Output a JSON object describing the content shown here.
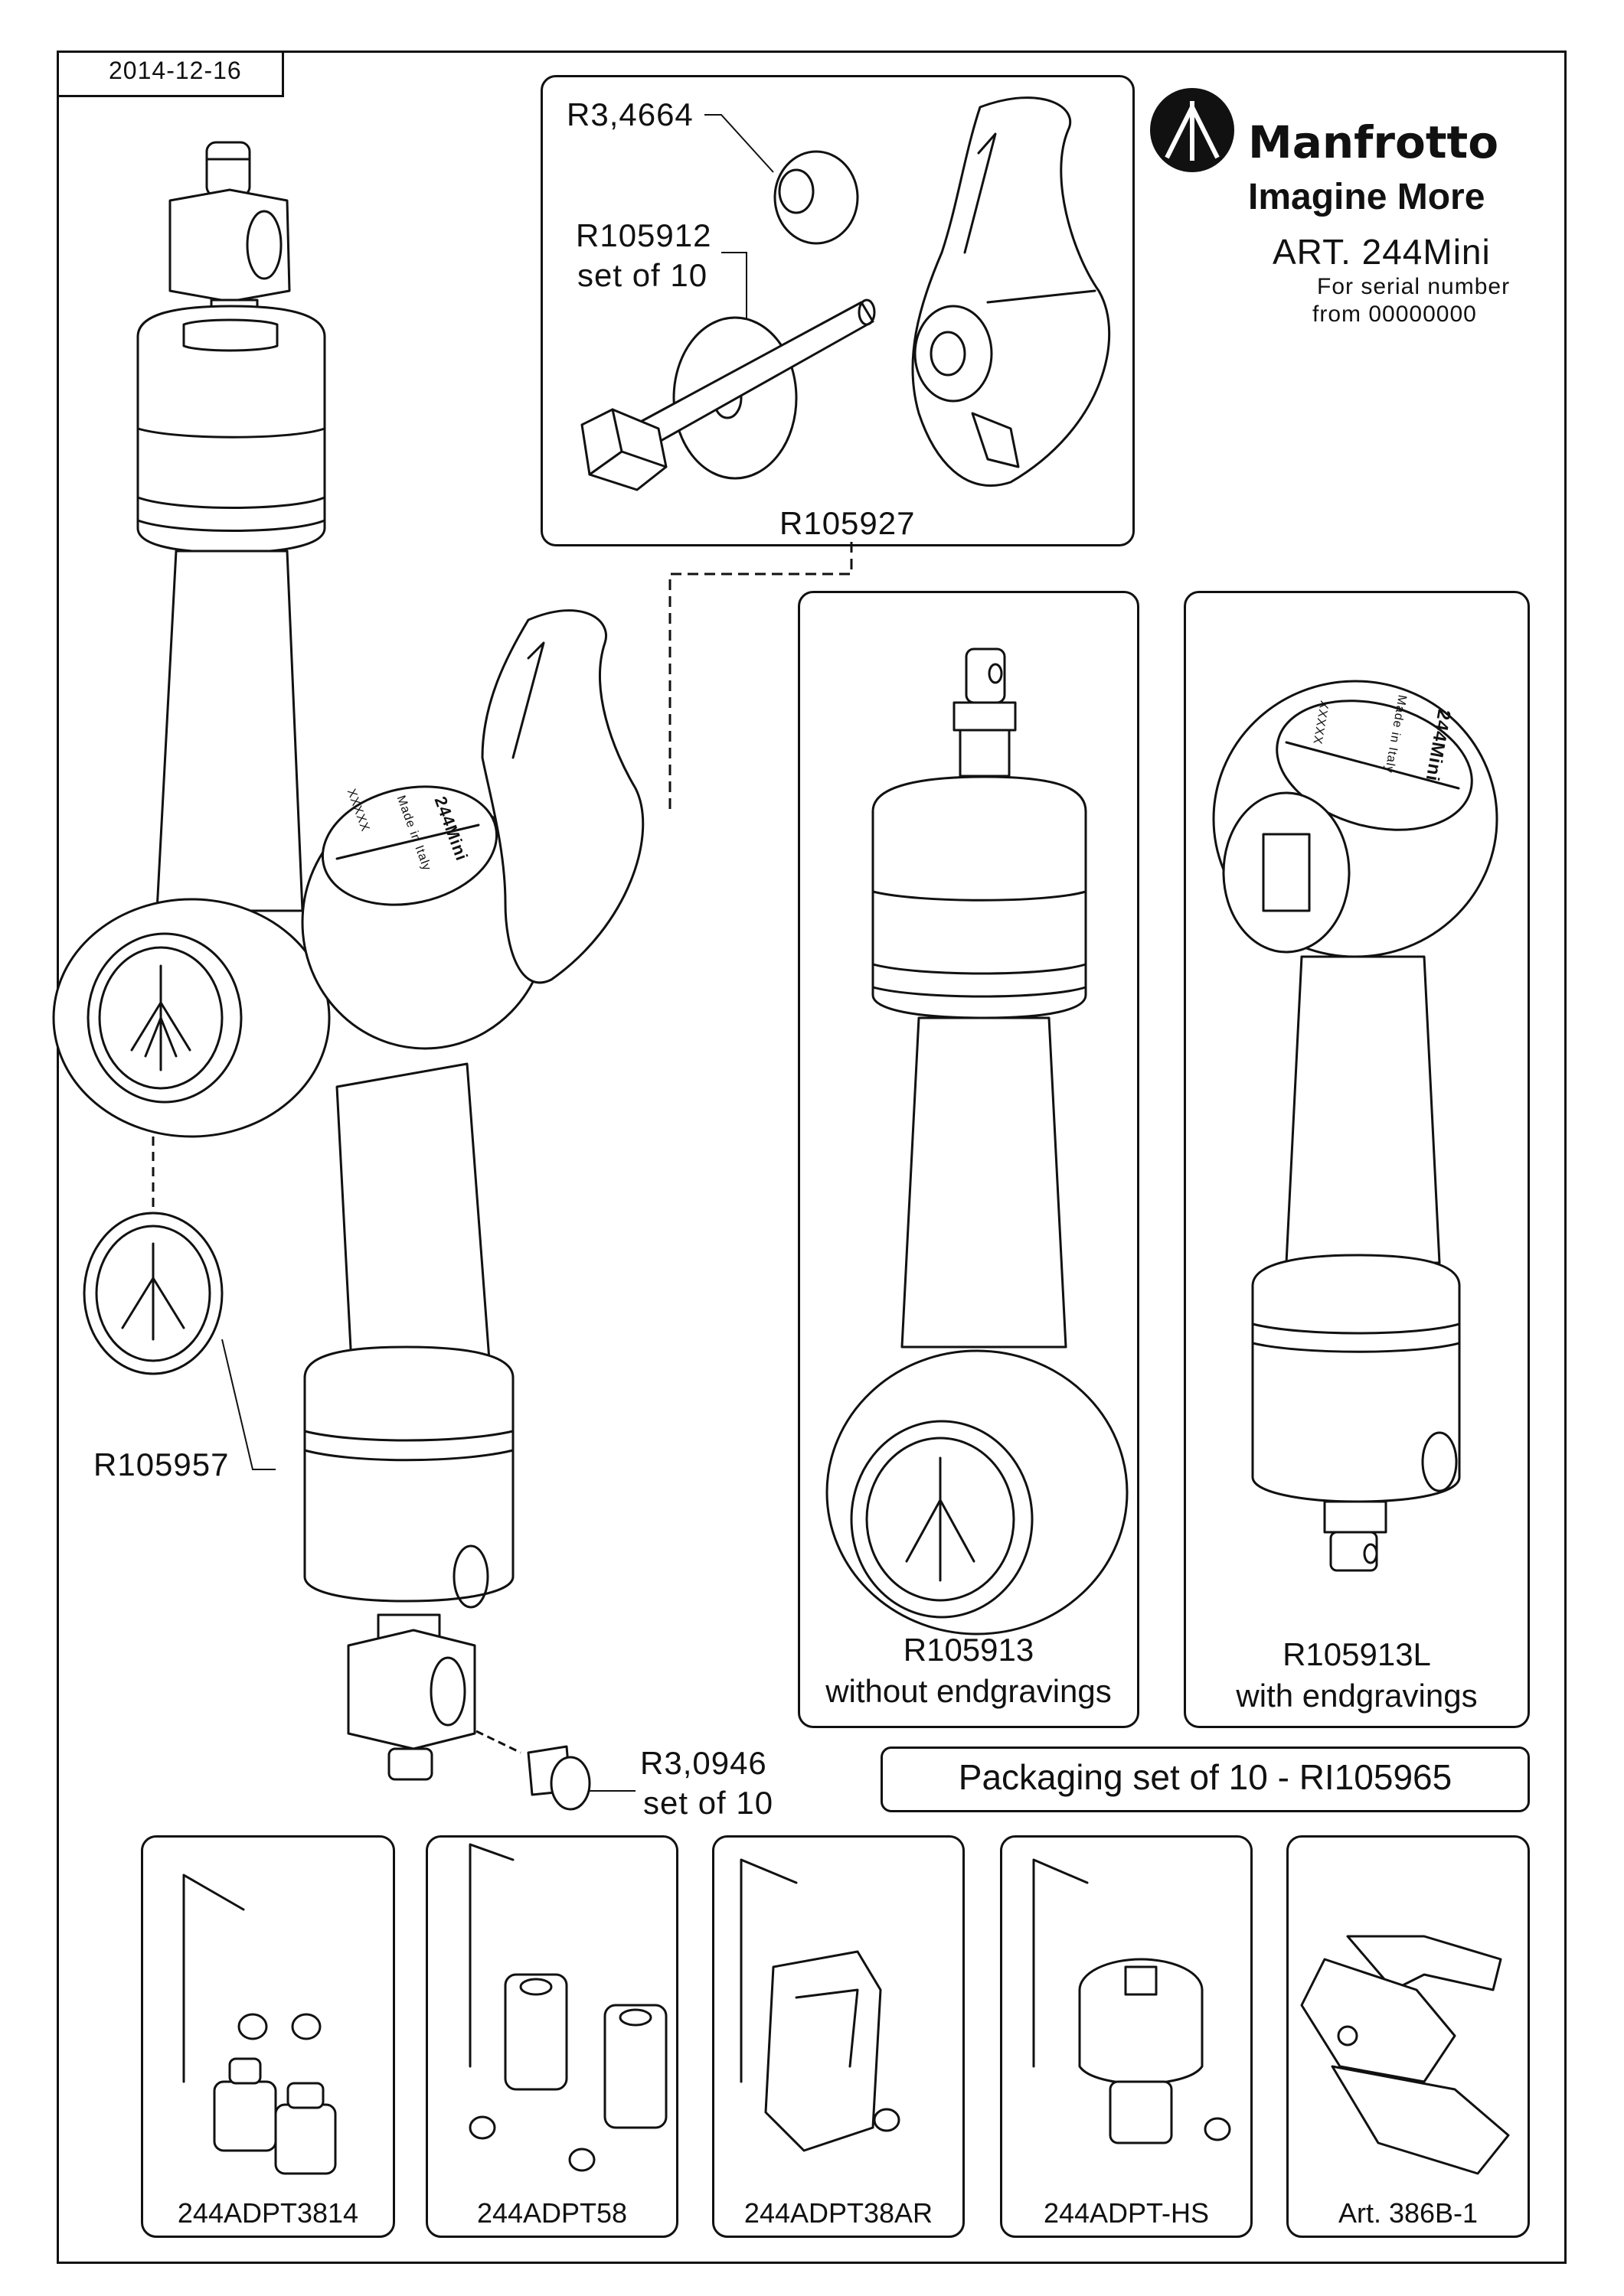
{
  "date": "2014-12-16",
  "brand": {
    "name": "Manfrotto",
    "tagline": "Imagine More",
    "article": "ART. 244Mini",
    "serial_line1": "For serial number",
    "serial_line2": "from 00000000"
  },
  "parts": {
    "knob_box": "R105927",
    "washer_small": "R3,4664",
    "bolt_line1": "R105912",
    "bolt_line2": "set of 10",
    "cover_disc": "R105957",
    "screw_line1": "R3,0946",
    "screw_line2": "set of 10",
    "arm_plain_line1": "R105913",
    "arm_plain_line2": "without endgravings",
    "arm_engraved_line1": "R105913L",
    "arm_engraved_line2": "with endgravings",
    "engrave_model": "244Mini",
    "engrave_origin": "Made in Italy",
    "engrave_code": "XXXXX"
  },
  "packaging": "Packaging set of 10 - RI105965",
  "accessories": [
    "244ADPT3814",
    "244ADPT58",
    "244ADPT38AR",
    "244ADPT-HS",
    "Art. 386B-1"
  ]
}
